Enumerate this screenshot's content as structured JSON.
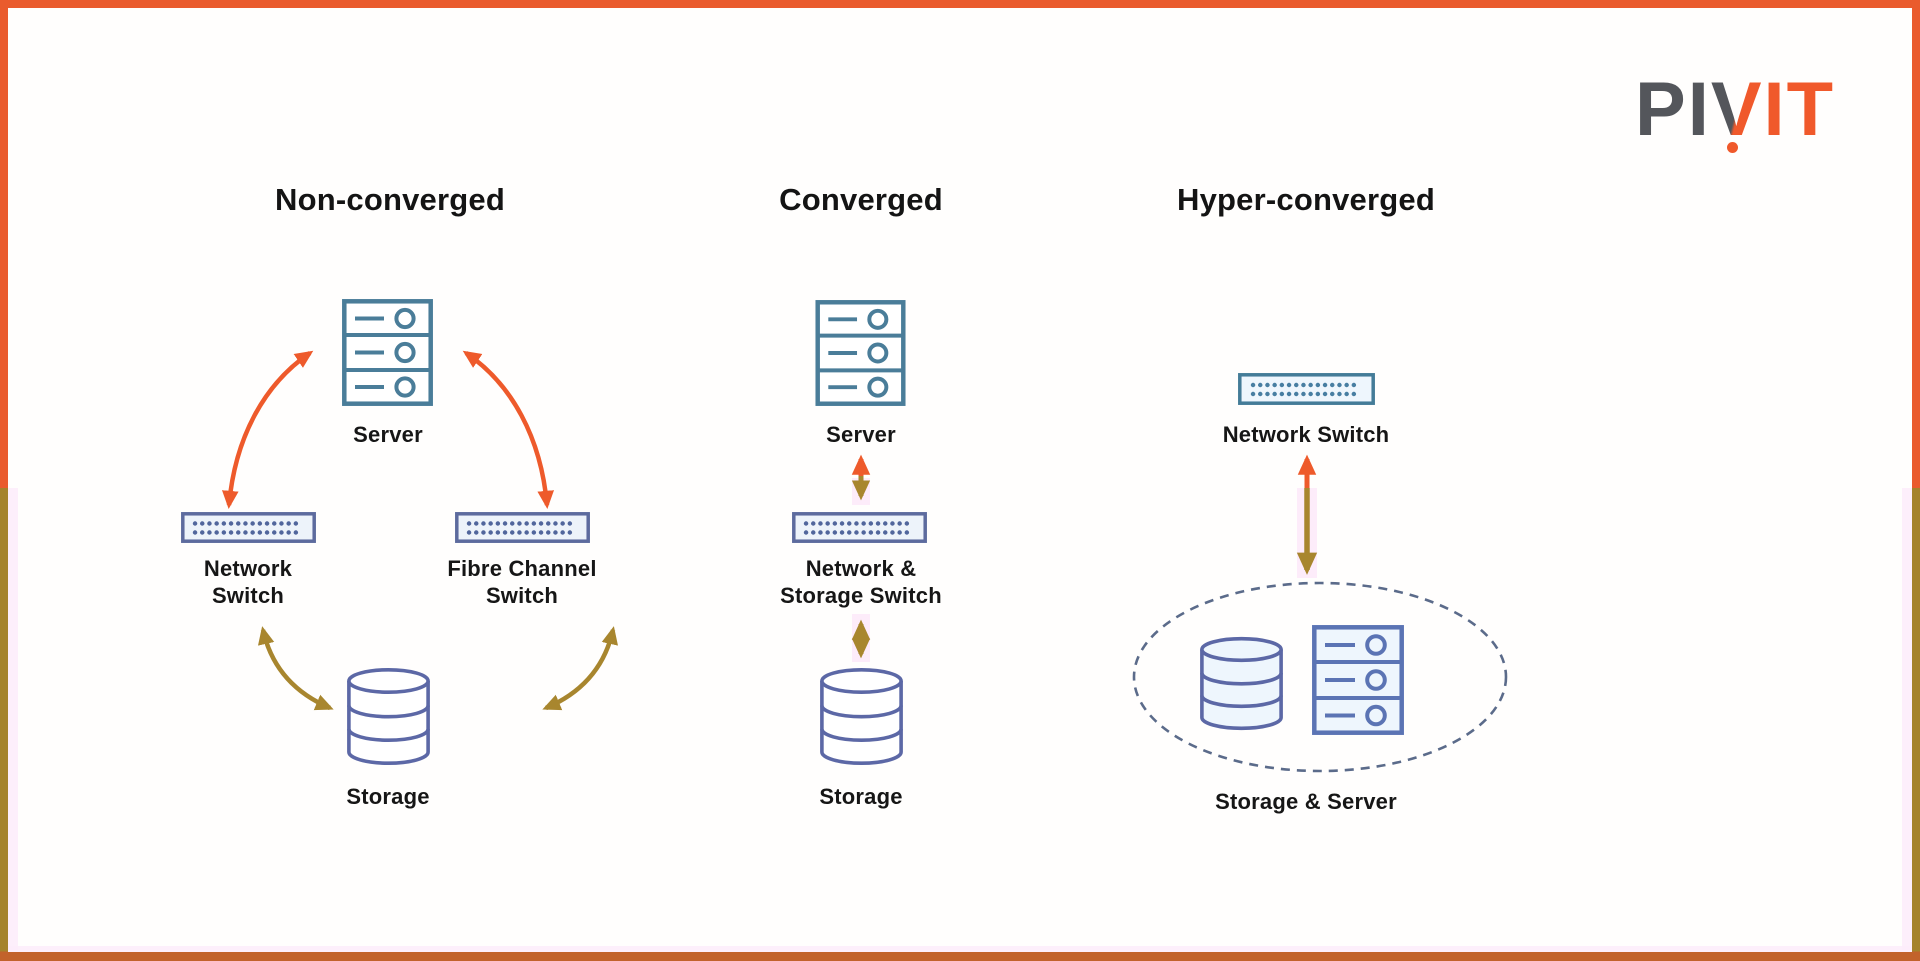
{
  "logo": {
    "part_gray": "PI",
    "part_blend": "V",
    "part_orange": "IT"
  },
  "palette": {
    "frame_orange": "#ea5b2d",
    "frame_olive": "#a5832b",
    "frame_bottom_orange": "#c2622b",
    "arrow_orange": "#ee5a2b",
    "arrow_olive": "#a8862e",
    "server_blue": "#4a7d99",
    "switch_slate_blue": "#5d6b9e",
    "switch_teal_blue": "#447c98",
    "storage_slate_blue": "#5c68a6",
    "hyper_server_blue": "#5b74b4",
    "ellipse_dash_blue_gray": "#5b6b8a",
    "pink_tint": "#fdecfa",
    "text_black": "#161616",
    "logo_gray": "#54565b",
    "logo_orange": "#f0592b"
  },
  "columns": [
    {
      "title": "Non-converged",
      "labels": {
        "server": "Server",
        "network_switch": "Network\nSwitch",
        "fibre_switch": "Fibre Channel\nSwitch",
        "storage": "Storage"
      }
    },
    {
      "title": "Converged",
      "labels": {
        "server": "Server",
        "switch": "Network &\nStorage Switch",
        "storage": "Storage"
      }
    },
    {
      "title": "Hyper-converged",
      "labels": {
        "switch": "Network Switch",
        "storage_server": "Storage & Server"
      }
    }
  ]
}
